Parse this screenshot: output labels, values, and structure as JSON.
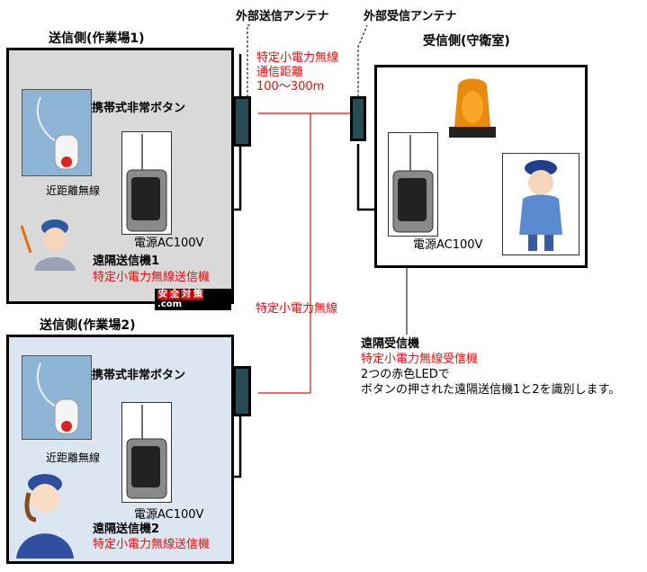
{
  "sender1": {
    "title": "送信側(作業場1)",
    "button_label": "携帯式非常ボタン",
    "short_range": "近距離無線",
    "power": "電源AC100V",
    "device_name": "遠隔送信機1",
    "device_type": "特定小電力無線送信機",
    "logo_chars": [
      "安",
      "全",
      "対",
      "策"
    ],
    "logo_suffix": ".com"
  },
  "sender2": {
    "title": "送信側(作業場2)",
    "button_label": "携帯式非常ボタン",
    "short_range": "近距離無線",
    "power": "電源AC100V",
    "device_name": "遠隔送信機2",
    "device_type": "特定小電力無線送信機"
  },
  "receiver": {
    "title": "受信側(守衛室)",
    "power": "電源AC100V",
    "device_name": "遠隔受信機",
    "device_type": "特定小電力無線受信機",
    "desc_line1": "2つの赤色LEDで",
    "desc_line2": "ボタンの押された遠隔送信機1と2を識別します。"
  },
  "antennas": {
    "tx_label": "外部送信アンテナ",
    "rx_label": "外部受信アンテナ"
  },
  "radio": {
    "line1": "特定小電力無線",
    "line2": "通信距離",
    "line3": "100～300m",
    "mid_label": "特定小電力無線"
  },
  "colors": {
    "accent_red": "#e01010",
    "antenna": "#264b52",
    "sender1_bg": "#d9d9d9",
    "sender2_bg": "#dce6f0"
  }
}
